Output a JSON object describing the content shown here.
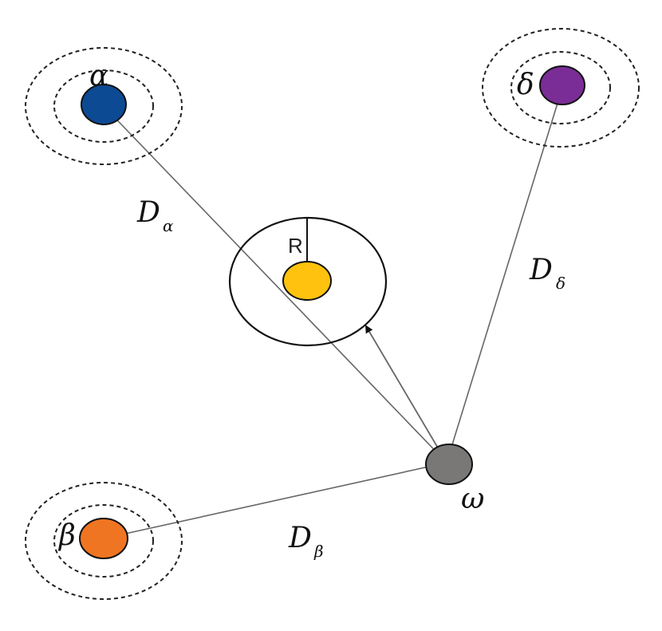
{
  "nodes": {
    "alpha": {
      "label": "α",
      "color": "#0d4a94"
    },
    "beta": {
      "label": "β",
      "color": "#f07522"
    },
    "delta": {
      "label": "δ",
      "color": "#7a2d96"
    },
    "omega": {
      "label": "ω",
      "color": "#7a7777"
    },
    "center": {
      "color": "#ffc20e"
    }
  },
  "radius_label": "R",
  "distances": {
    "alpha": {
      "main": "D",
      "sub": "α"
    },
    "beta": {
      "main": "D",
      "sub": "β"
    },
    "delta": {
      "main": "D",
      "sub": "δ"
    }
  }
}
